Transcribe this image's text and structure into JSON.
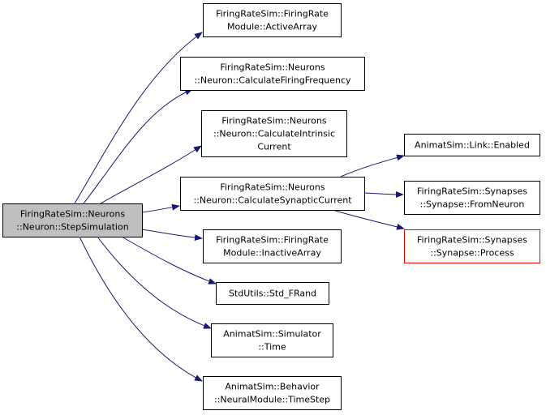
{
  "colors": {
    "edge": "#191970",
    "root_fill": "#bfbfbf",
    "node_border": "#000000",
    "highlight_border": "#ff0000",
    "background": "#ffffff"
  },
  "nodes": [
    {
      "id": "root",
      "lines": [
        "FiringRateSim::Neurons",
        "::Neuron::StepSimulation"
      ],
      "style": "root"
    },
    {
      "id": "activearray",
      "lines": [
        "FiringRateSim::FiringRate",
        "Module::ActiveArray"
      ],
      "style": "normal"
    },
    {
      "id": "calcfiringfreq",
      "lines": [
        "FiringRateSim::Neurons",
        "::Neuron::CalculateFiringFrequency"
      ],
      "style": "normal"
    },
    {
      "id": "calcintrinsic",
      "lines": [
        "FiringRateSim::Neurons",
        "::Neuron::CalculateIntrinsic",
        "Current"
      ],
      "style": "normal"
    },
    {
      "id": "calcsynaptic",
      "lines": [
        "FiringRateSim::Neurons",
        "::Neuron::CalculateSynapticCurrent"
      ],
      "style": "normal"
    },
    {
      "id": "inactivearray",
      "lines": [
        "FiringRateSim::FiringRate",
        "Module::InactiveArray"
      ],
      "style": "normal"
    },
    {
      "id": "frand",
      "lines": [
        "StdUtils::Std_FRand"
      ],
      "style": "normal"
    },
    {
      "id": "time",
      "lines": [
        "AnimatSim::Simulator",
        "::Time"
      ],
      "style": "normal"
    },
    {
      "id": "timestep",
      "lines": [
        "AnimatSim::Behavior",
        "::NeuralModule::TimeStep"
      ],
      "style": "normal"
    },
    {
      "id": "enabled",
      "lines": [
        "AnimatSim::Link::Enabled"
      ],
      "style": "normal"
    },
    {
      "id": "fromneuron",
      "lines": [
        "FiringRateSim::Synapses",
        "::Synapse::FromNeuron"
      ],
      "style": "normal"
    },
    {
      "id": "process",
      "lines": [
        "FiringRateSim::Synapses",
        "::Synapse::Process"
      ],
      "style": "highlight"
    }
  ],
  "edges": [
    {
      "from": "root",
      "to": "activearray"
    },
    {
      "from": "root",
      "to": "calcfiringfreq"
    },
    {
      "from": "root",
      "to": "calcintrinsic"
    },
    {
      "from": "root",
      "to": "calcsynaptic"
    },
    {
      "from": "root",
      "to": "inactivearray"
    },
    {
      "from": "root",
      "to": "frand"
    },
    {
      "from": "root",
      "to": "time"
    },
    {
      "from": "root",
      "to": "timestep"
    },
    {
      "from": "calcsynaptic",
      "to": "enabled"
    },
    {
      "from": "calcsynaptic",
      "to": "fromneuron"
    },
    {
      "from": "calcsynaptic",
      "to": "process"
    }
  ]
}
